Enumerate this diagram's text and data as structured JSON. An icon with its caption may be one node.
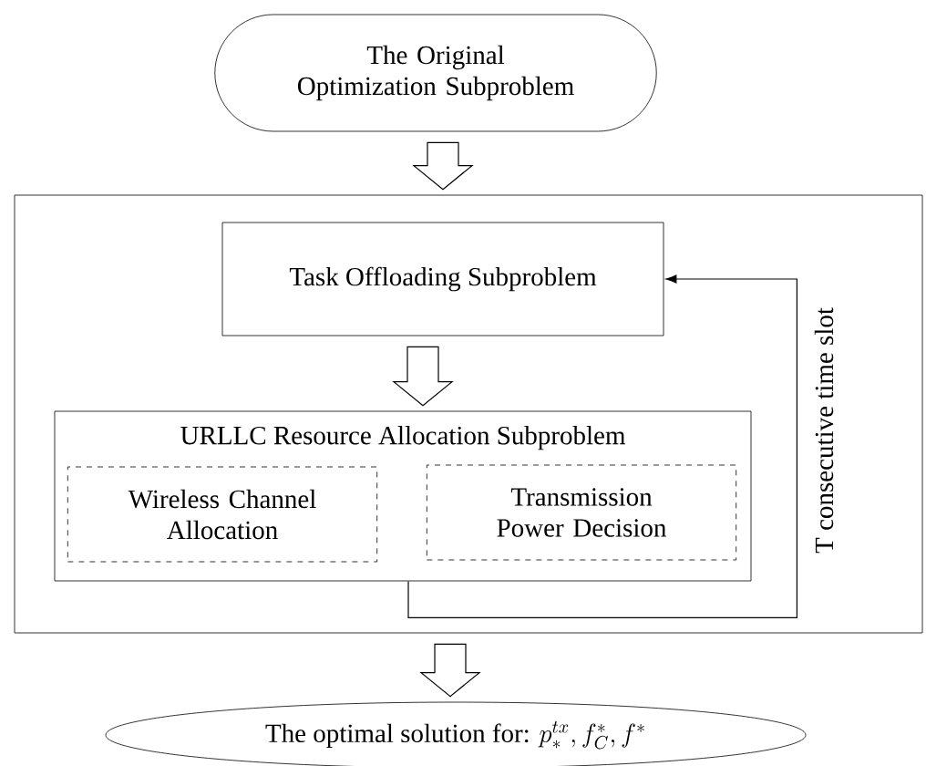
{
  "diagram": {
    "nodes": [
      {
        "text": [
          "The Original Optimization Subproblem"
        ]
      },
      {
        "text": [],
        "shape": "box"
      },
      {
        "text": [
          "Task Offloading Subproblem"
        ],
        "in": 1
      },
      {
        "text": [
          "URLLC Resource Allocation Subproblem"
        ],
        "in": 1
      },
      {
        "text": [
          "Wireless Channel Allocation"
        ],
        "in": 3
      },
      {
        "text": [
          "Transmission Power Decision"
        ],
        "in": 3
      },
      {
        "text": [
          "The optimal solution for:",
          "p_*^{tx}, f_C^*, f^*"
        ]
      }
    ],
    "edges": [
      {
        "from": 0,
        "to": 1,
        "arrow": "to"
      },
      {
        "from": 2,
        "to": 3,
        "arrow": "to"
      },
      {
        "from": 1,
        "to": 6,
        "arrow": "to"
      },
      {
        "from": 3,
        "to": 2,
        "arrow": "to",
        "label": "T consecutive time slot"
      }
    ]
  }
}
